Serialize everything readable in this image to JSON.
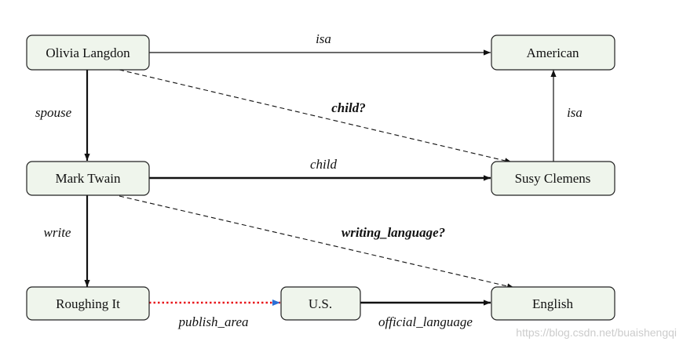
{
  "nodes": {
    "olivia": "Olivia Langdon",
    "american": "American",
    "mark": "Mark Twain",
    "susy": "Susy Clemens",
    "roughing": "Roughing It",
    "us": "U.S.",
    "english": "English"
  },
  "edges": [
    {
      "from": "Olivia Langdon",
      "to": "American",
      "label": "isa",
      "style": "solid"
    },
    {
      "from": "Olivia Langdon",
      "to": "Susy Clemens",
      "label": "child?",
      "style": "dashed",
      "inferred": true
    },
    {
      "from": "Olivia Langdon",
      "to": "Mark Twain",
      "label": "spouse",
      "style": "solid-bold"
    },
    {
      "from": "Susy Clemens",
      "to": "American",
      "label": "isa",
      "style": "solid"
    },
    {
      "from": "Mark Twain",
      "to": "Susy Clemens",
      "label": "child",
      "style": "solid-bold"
    },
    {
      "from": "Mark Twain",
      "to": "English",
      "label": "writing_language?",
      "style": "dashed",
      "inferred": true
    },
    {
      "from": "Mark Twain",
      "to": "Roughing It",
      "label": "write",
      "style": "solid-bold"
    },
    {
      "from": "Roughing It",
      "to": "U.S.",
      "label": "publish_area",
      "style": "dotted-red"
    },
    {
      "from": "U.S.",
      "to": "English",
      "label": "official_language",
      "style": "solid-bold"
    }
  ],
  "colors": {
    "node_fill": "#eff5ec",
    "edge": "#111111",
    "highlight_edge": "#e8161b"
  },
  "watermark": "https://blog.csdn.net/buaishengqi"
}
